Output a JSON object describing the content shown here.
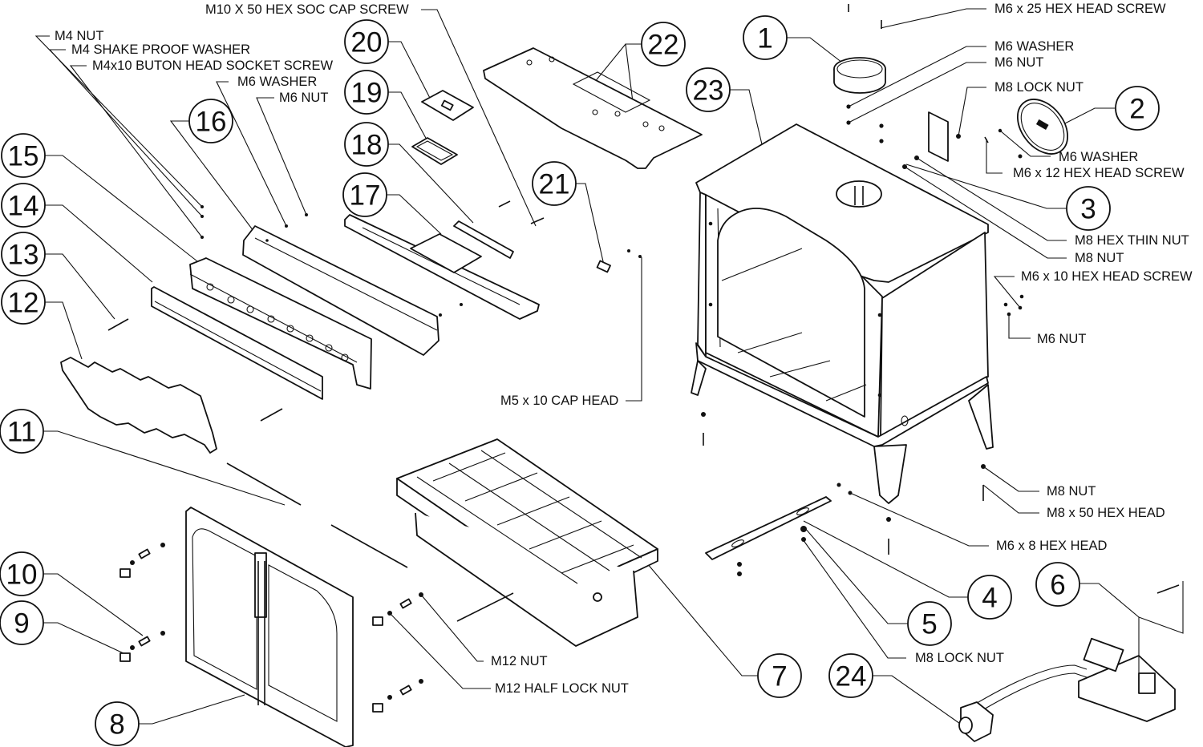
{
  "diagram": {
    "type": "exploded-parts-diagram",
    "subject": "wood burning stove assembly",
    "balloons": [
      "1",
      "2",
      "3",
      "4",
      "5",
      "6",
      "7",
      "8",
      "9",
      "10",
      "11",
      "12",
      "13",
      "14",
      "15",
      "16",
      "17",
      "18",
      "19",
      "20",
      "21",
      "22",
      "23",
      "24"
    ],
    "fastener_labels": {
      "m10x50_hex_soc_cap_screw": "M10 X 50 HEX SOC CAP SCREW",
      "m4_nut": "M4 NUT",
      "m4_shake_proof_washer": "M4 SHAKE PROOF WASHER",
      "m4x10_buton_head_socket_screw": "M4x10 BUTON HEAD SOCKET SCREW",
      "m6_washer_left": "M6 WASHER",
      "m6_nut_left": "M6 NUT",
      "m6x25_hex_head_screw": "M6 x 25 HEX HEAD SCREW",
      "m6_washer_top": "M6 WASHER",
      "m6_nut_top": "M6 NUT",
      "m8_lock_nut_top": "M8 LOCK NUT",
      "m6_washer_right": "M6 WASHER",
      "m6x12_hex_head_screw": "M6 x 12 HEX HEAD SCREW",
      "m8_hex_thin_nut": "M8 HEX THIN NUT",
      "m8_nut_right": "M8 NUT",
      "m6x10_hex_head_screw": "M6 x 10 HEX  HEAD SCREW",
      "m6_nut_right": "M6 NUT",
      "m5x10_cap_head": "M5 x 10 CAP HEAD",
      "m8_nut_bottom": "M8 NUT",
      "m8x50_hex_head": "M8 x 50 HEX HEAD",
      "m6x8_hex_head": "M6 x 8 HEX HEAD",
      "m8_lock_nut_bottom": "M8 LOCK NUT",
      "m12_nut": "M12  NUT",
      "m12_half_lock_nut": "M12 HALF LOCK NUT"
    }
  }
}
